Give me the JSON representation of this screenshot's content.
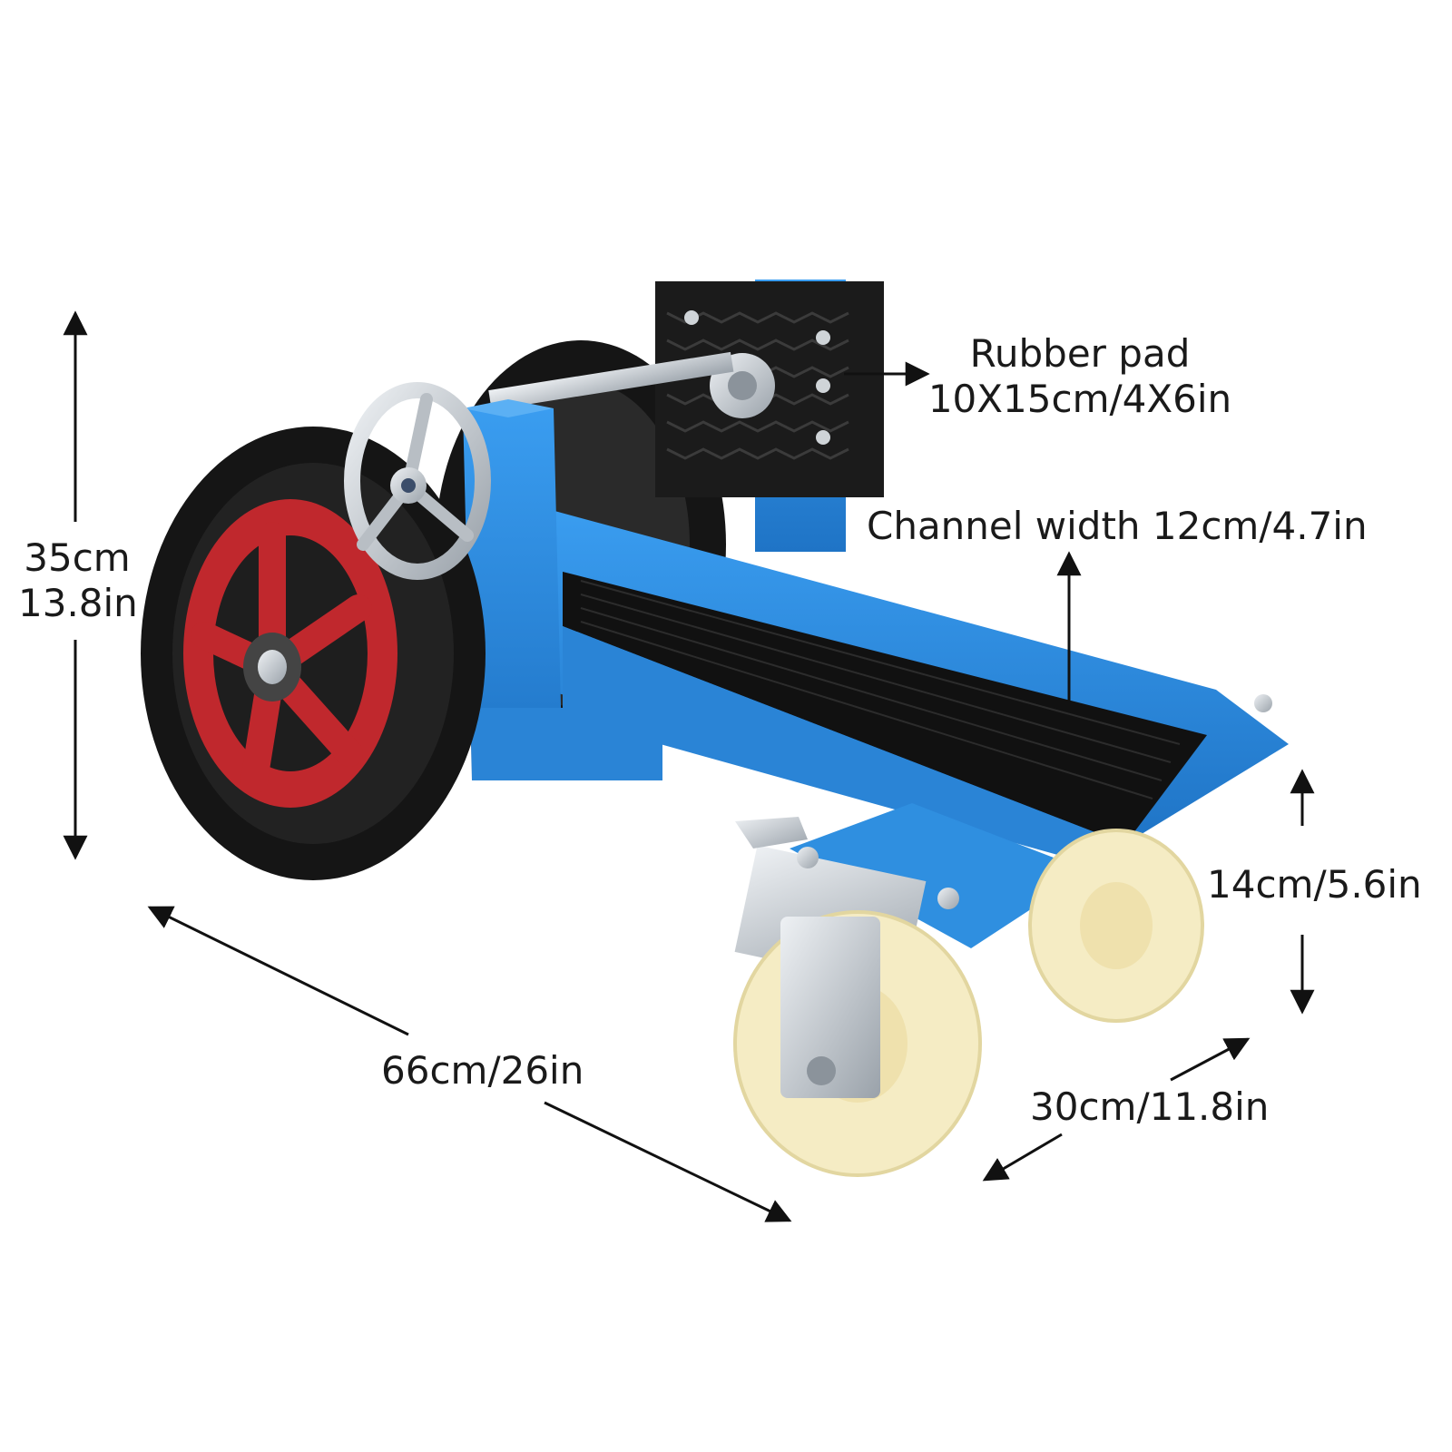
{
  "dimensions": {
    "height_cm": "35cm",
    "height_in": "13.8in",
    "rubber_pad_title": "Rubber pad",
    "rubber_pad_size": "10X15cm/4X6in",
    "channel_width": "Channel width 12cm/4.7in",
    "caster_height": "14cm/5.6in",
    "length": "66cm/26in",
    "width": "30cm/11.8in"
  },
  "colors": {
    "frame_blue": "#2f8fe0",
    "frame_blue_dark": "#1f6fbf",
    "wheel_rim_red": "#c0282d",
    "tire_black": "#151515",
    "caster_cream": "#f5ecc4",
    "steel": "#c9ced3",
    "rubber_pad": "#1b1b1b"
  },
  "icons": [
    "height-arrow-icon",
    "length-arrow-icon",
    "width-arrow-icon",
    "caster-height-arrow-icon",
    "pointer-arrow-icon"
  ]
}
